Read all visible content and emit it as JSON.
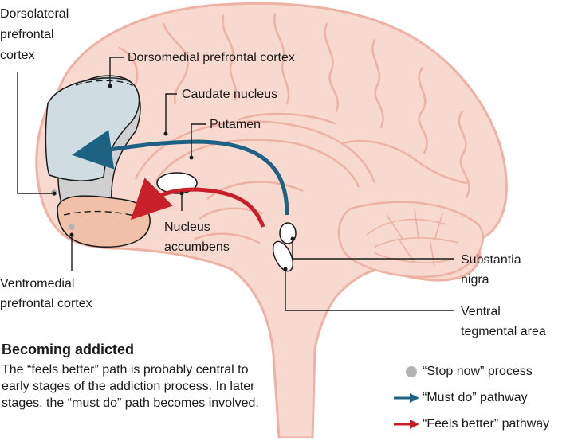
{
  "labels": {
    "dlpfc": [
      "Dorsolateral",
      "prefrontal",
      "cortex"
    ],
    "dmpfc": "Dorsomedial prefrontal cortex",
    "caudate": "Caudate nucleus",
    "putamen": "Putamen",
    "nacc": [
      "Nucleus",
      "accumbens"
    ],
    "vmpfc": [
      "Ventromedial",
      "prefrontal cortex"
    ],
    "substantia": [
      "Substantia",
      "nigra"
    ],
    "vta": [
      "Ventral",
      "tegmental area"
    ]
  },
  "caption": {
    "title": "Becoming addicted",
    "body": "The “feels better” path is probably central to early stages of the addiction process. In later stages, the “must do” path becomes involved."
  },
  "legend": {
    "stop": "“Stop now” process",
    "must": "“Must do” pathway",
    "feels": "“Feels better” pathway"
  },
  "colors": {
    "brain_fill": "#f8d9cf",
    "brain_outline": "#eeb2a4",
    "blue_pathway": "#1e6283",
    "red_pathway": "#c8202a",
    "dorsal_region": "#cfdde2",
    "ventral_region": "#f0c0a8",
    "stop_gray": "#b3b3b3"
  }
}
